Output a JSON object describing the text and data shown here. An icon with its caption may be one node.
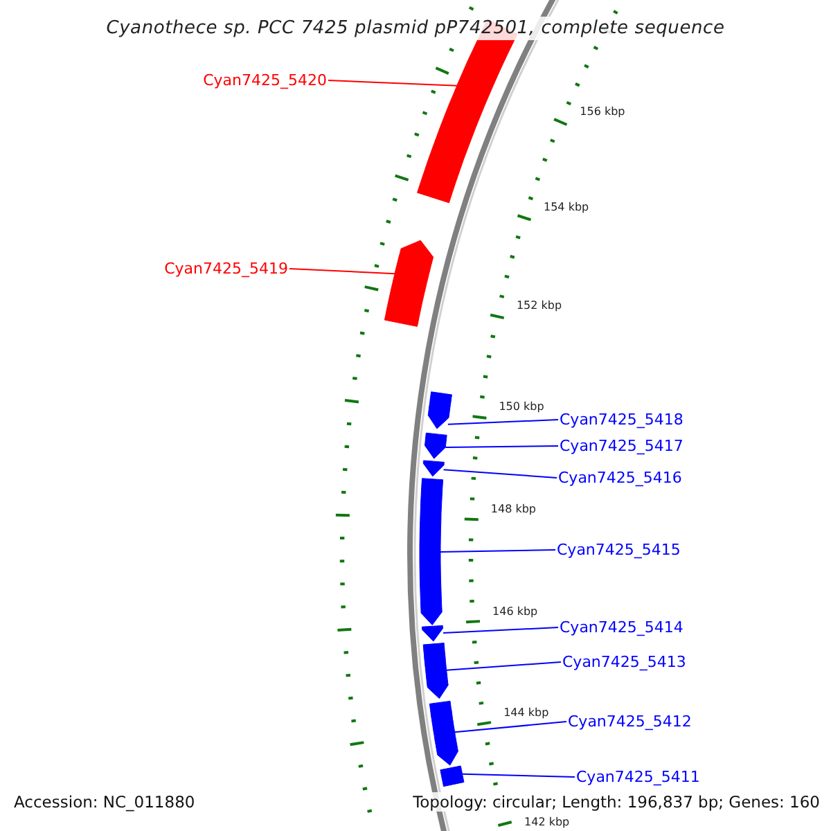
{
  "diagram": {
    "title": "Cyanothece sp. PCC 7425 plasmid pP742501, complete sequence",
    "nodes": [
      {
        "text": [
          "Cyan7425_5420"
        ]
      },
      {
        "text": [],
        "shape": "bar"
      },
      {
        "text": [
          "Cyan7425_5419"
        ]
      },
      {
        "text": [],
        "shape": "bar"
      },
      {
        "text": [
          "Cyan7425_5418"
        ]
      },
      {
        "text": [],
        "shape": "bar"
      },
      {
        "text": [
          "Cyan7425_5417"
        ]
      },
      {
        "text": [],
        "shape": "bar"
      },
      {
        "text": [
          "Cyan7425_5416"
        ]
      },
      {
        "text": [],
        "shape": "bar"
      },
      {
        "text": [
          "Cyan7425_5415"
        ]
      },
      {
        "text": [],
        "shape": "bar"
      },
      {
        "text": [
          "Cyan7425_5414"
        ]
      },
      {
        "text": [],
        "shape": "bar"
      },
      {
        "text": [
          "Cyan7425_5413"
        ]
      },
      {
        "text": [],
        "shape": "bar"
      },
      {
        "text": [
          "Cyan7425_5412"
        ]
      },
      {
        "text": [],
        "shape": "bar"
      },
      {
        "text": [
          "Cyan7425_5411"
        ]
      },
      {
        "text": [],
        "shape": "bar"
      }
    ],
    "edges": [
      {
        "from": 0,
        "to": 1,
        "arrow": "none",
        "color": "#ff0000"
      },
      {
        "from": 2,
        "to": 3,
        "arrow": "none",
        "color": "#ff0000"
      },
      {
        "from": 4,
        "to": 5,
        "arrow": "none"
      },
      {
        "from": 6,
        "to": 7,
        "arrow": "none"
      },
      {
        "from": 8,
        "to": 9,
        "arrow": "none"
      },
      {
        "from": 10,
        "to": 11,
        "arrow": "none"
      },
      {
        "from": 12,
        "to": 13,
        "arrow": "none"
      },
      {
        "from": 14,
        "to": 15,
        "arrow": "none"
      },
      {
        "from": 16,
        "to": 17,
        "arrow": "none"
      },
      {
        "from": 18,
        "to": 19,
        "arrow": "none"
      }
    ],
    "labels": [
      "156 kbp",
      "154 kbp",
      "152 kbp",
      "150 kbp",
      "148 kbp",
      "146 kbp",
      "144 kbp",
      "142 kbp",
      "Accession: NC_011880",
      "Topology: circular; Length: 196,837 bp; Genes: 160"
    ]
  }
}
